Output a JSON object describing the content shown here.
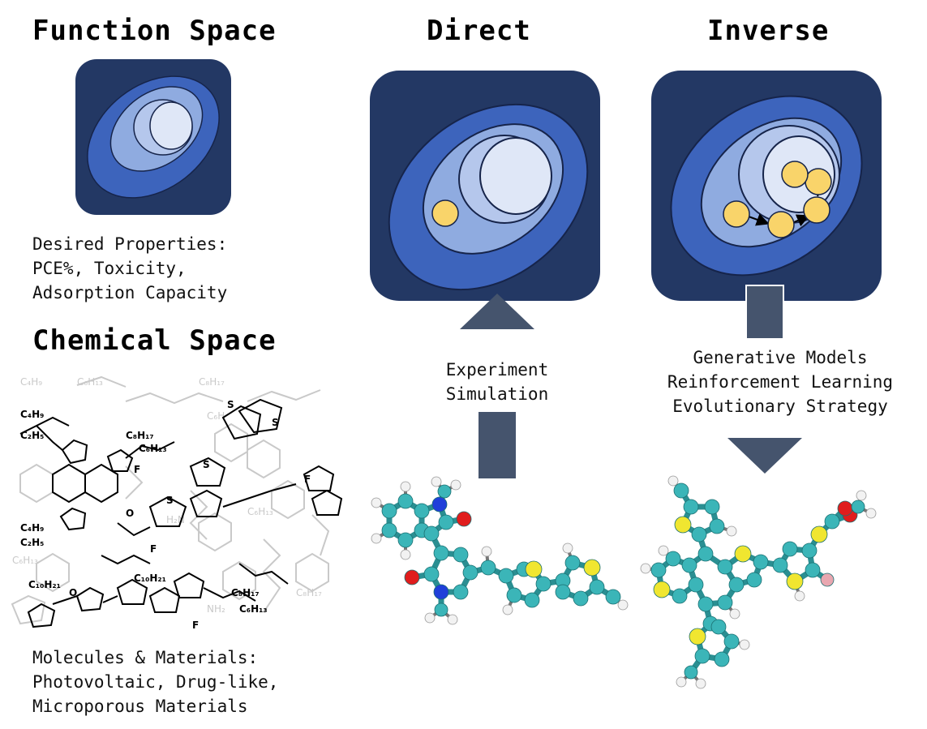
{
  "headings": {
    "function_space": "Function Space",
    "direct": "Direct",
    "inverse": "Inverse",
    "chemical_space": "Chemical Space"
  },
  "desired_properties": [
    "Desired Properties:",
    "PCE%, Toxicity,",
    "Adsorption Capacity"
  ],
  "molecules_materials": [
    "Molecules & Materials:",
    "Photovoltaic, Drug-like,",
    "Microporous Materials"
  ],
  "direct_methods": [
    "Experiment",
    "Simulation"
  ],
  "inverse_methods": [
    "Generative Models",
    "Reinforcement Learning",
    "Evolutionary Strategy"
  ],
  "colors": {
    "panel": "#233864",
    "outer_ring": "#3d64bc",
    "ring_2": "#8fabe0",
    "ring_3": "#b5c7ec",
    "ring_core": "#dfe7f7",
    "candidate": "#f9d46a",
    "arrow": "#45546d",
    "carbon": "#3bb5b8",
    "sulfur": "#f0e630",
    "oxygen": "#e01d1d",
    "nitrogen": "#1f3fd9",
    "hydrogen": "#f2f2f2"
  }
}
